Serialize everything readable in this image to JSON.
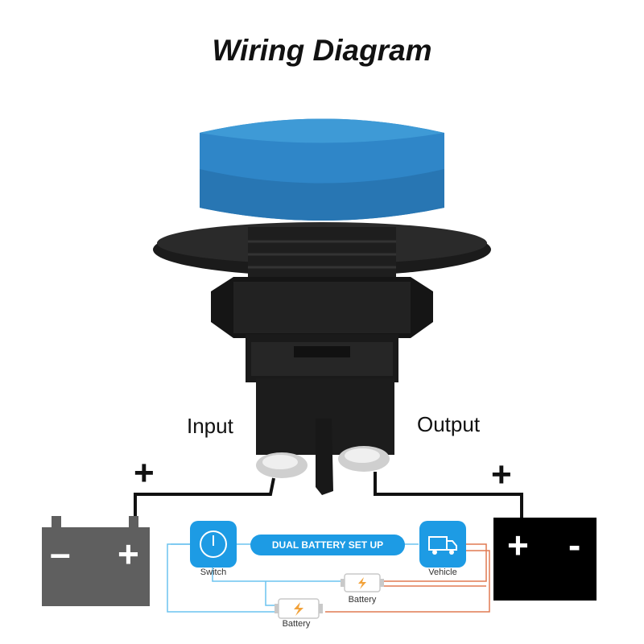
{
  "title": "Wiring Diagram",
  "terminals": {
    "input": "Input",
    "output": "Output"
  },
  "wire_polarity": {
    "left": "+",
    "right": "+"
  },
  "left_battery": {
    "positive": "+",
    "negative": "–",
    "color": "#5f5f5f"
  },
  "right_battery": {
    "positive": "+",
    "negative": "-",
    "color": "#000000"
  },
  "switch_knob_color": "#2f86c8",
  "setup": {
    "banner": "DUAL BATTERY SET UP",
    "switch_label": "Switch",
    "vehicle_label": "Vehicle",
    "battery1_label": "Battery",
    "battery2_label": "Battery",
    "accent": "#1d9be4",
    "wire_positive": "#e07a52",
    "wire_negative": "#6cc3ef"
  }
}
